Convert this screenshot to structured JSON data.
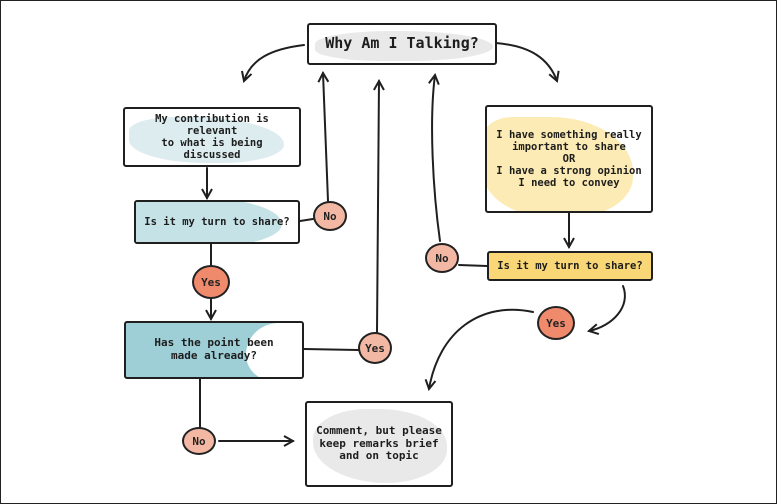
{
  "diagram": {
    "title": "Why Am I Talking?",
    "left_branch": {
      "start": "My contribution is relevant\nto what is being discussed",
      "turn_question": "Is it my turn to share?",
      "made_question": "Has the point been\nmade already?"
    },
    "right_branch": {
      "start": "I have something really\nimportant to share\nOR\nI have a strong opinion\nI need to convey",
      "turn_question": "Is it my turn to share?"
    },
    "outcome": "Comment, but please\nkeep remarks brief\nand on topic",
    "answers": {
      "no_left_turn": "No",
      "yes_left_turn": "Yes",
      "yes_made": "Yes",
      "no_made": "No",
      "no_right_turn": "No",
      "yes_right_turn": "Yes"
    }
  },
  "colors": {
    "stroke": "#1f1f1f",
    "light_blue": "#dcecef",
    "teal": "#9ecfd7",
    "light_yellow": "#fcebb4",
    "yellow": "#f9d776",
    "answer_fill": "#f3a58d",
    "title_fill": "#e9e9e9",
    "outcome_fill": "#e9e9e9"
  }
}
